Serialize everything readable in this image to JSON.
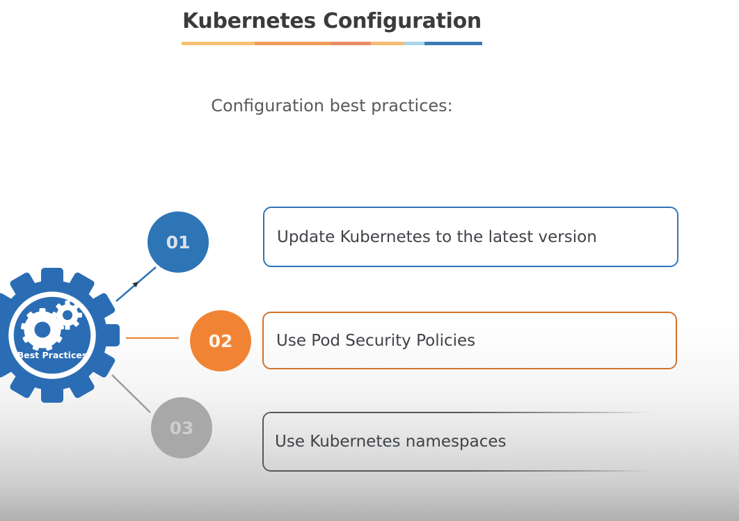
{
  "slide": {
    "title": "Kubernetes Configuration",
    "subtitle": "Configuration best practices:",
    "hub": {
      "label": "Best Practices",
      "color": "#2b6db4"
    },
    "items": [
      {
        "number": "01",
        "label": "Update Kubernetes to the latest version",
        "accent": "#2e75b6",
        "border": "#2e75b6",
        "number_color": "#d9e2ef"
      },
      {
        "number": "02",
        "label": "Use Pod Security Policies",
        "accent": "#f08434",
        "border": "#d2702a",
        "number_color": "#fdf4ea"
      },
      {
        "number": "03",
        "label": "Use Kubernetes namespaces",
        "accent": "#a8a8a8",
        "border": "#575757",
        "number_color": "#cdcdcd"
      }
    ],
    "connector_colors": {
      "first": "#2e75b6",
      "second": "#e8832f",
      "third": "#9b9b9b"
    },
    "title_underline_colors": [
      "#f6c172",
      "#f09a56",
      "#e98b67",
      "#f4bc74",
      "#a9d6e9",
      "#3c7cb4"
    ]
  }
}
